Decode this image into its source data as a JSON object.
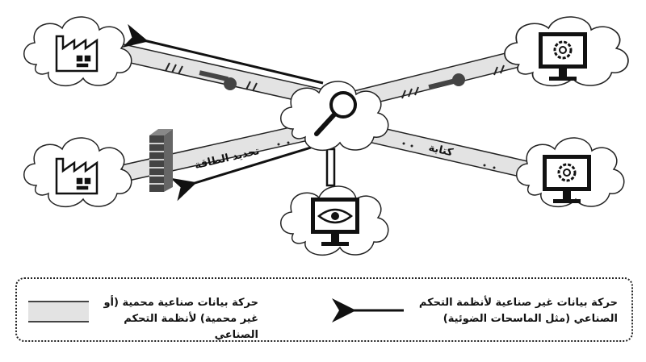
{
  "diagram": {
    "labels": {
      "energy_limit": "تحديد الطاقة",
      "write": "كتابة"
    },
    "nodes": [
      "factory",
      "factory",
      "scanner-monitor",
      "monitor",
      "monitor",
      "inspection"
    ],
    "colors": {
      "band": "#e3e3e3",
      "stroke": "#222222",
      "icon": "#111111"
    }
  },
  "legend": {
    "protected_flow": "حركة بيانات صناعية محمية (أو غير محمية) لأنظمة التحكم الصناعي",
    "non_industrial_flow": "حركة بيانات غير صناعية لأنظمة التحكم الصناعي (مثل الماسحات الضوئية)"
  }
}
